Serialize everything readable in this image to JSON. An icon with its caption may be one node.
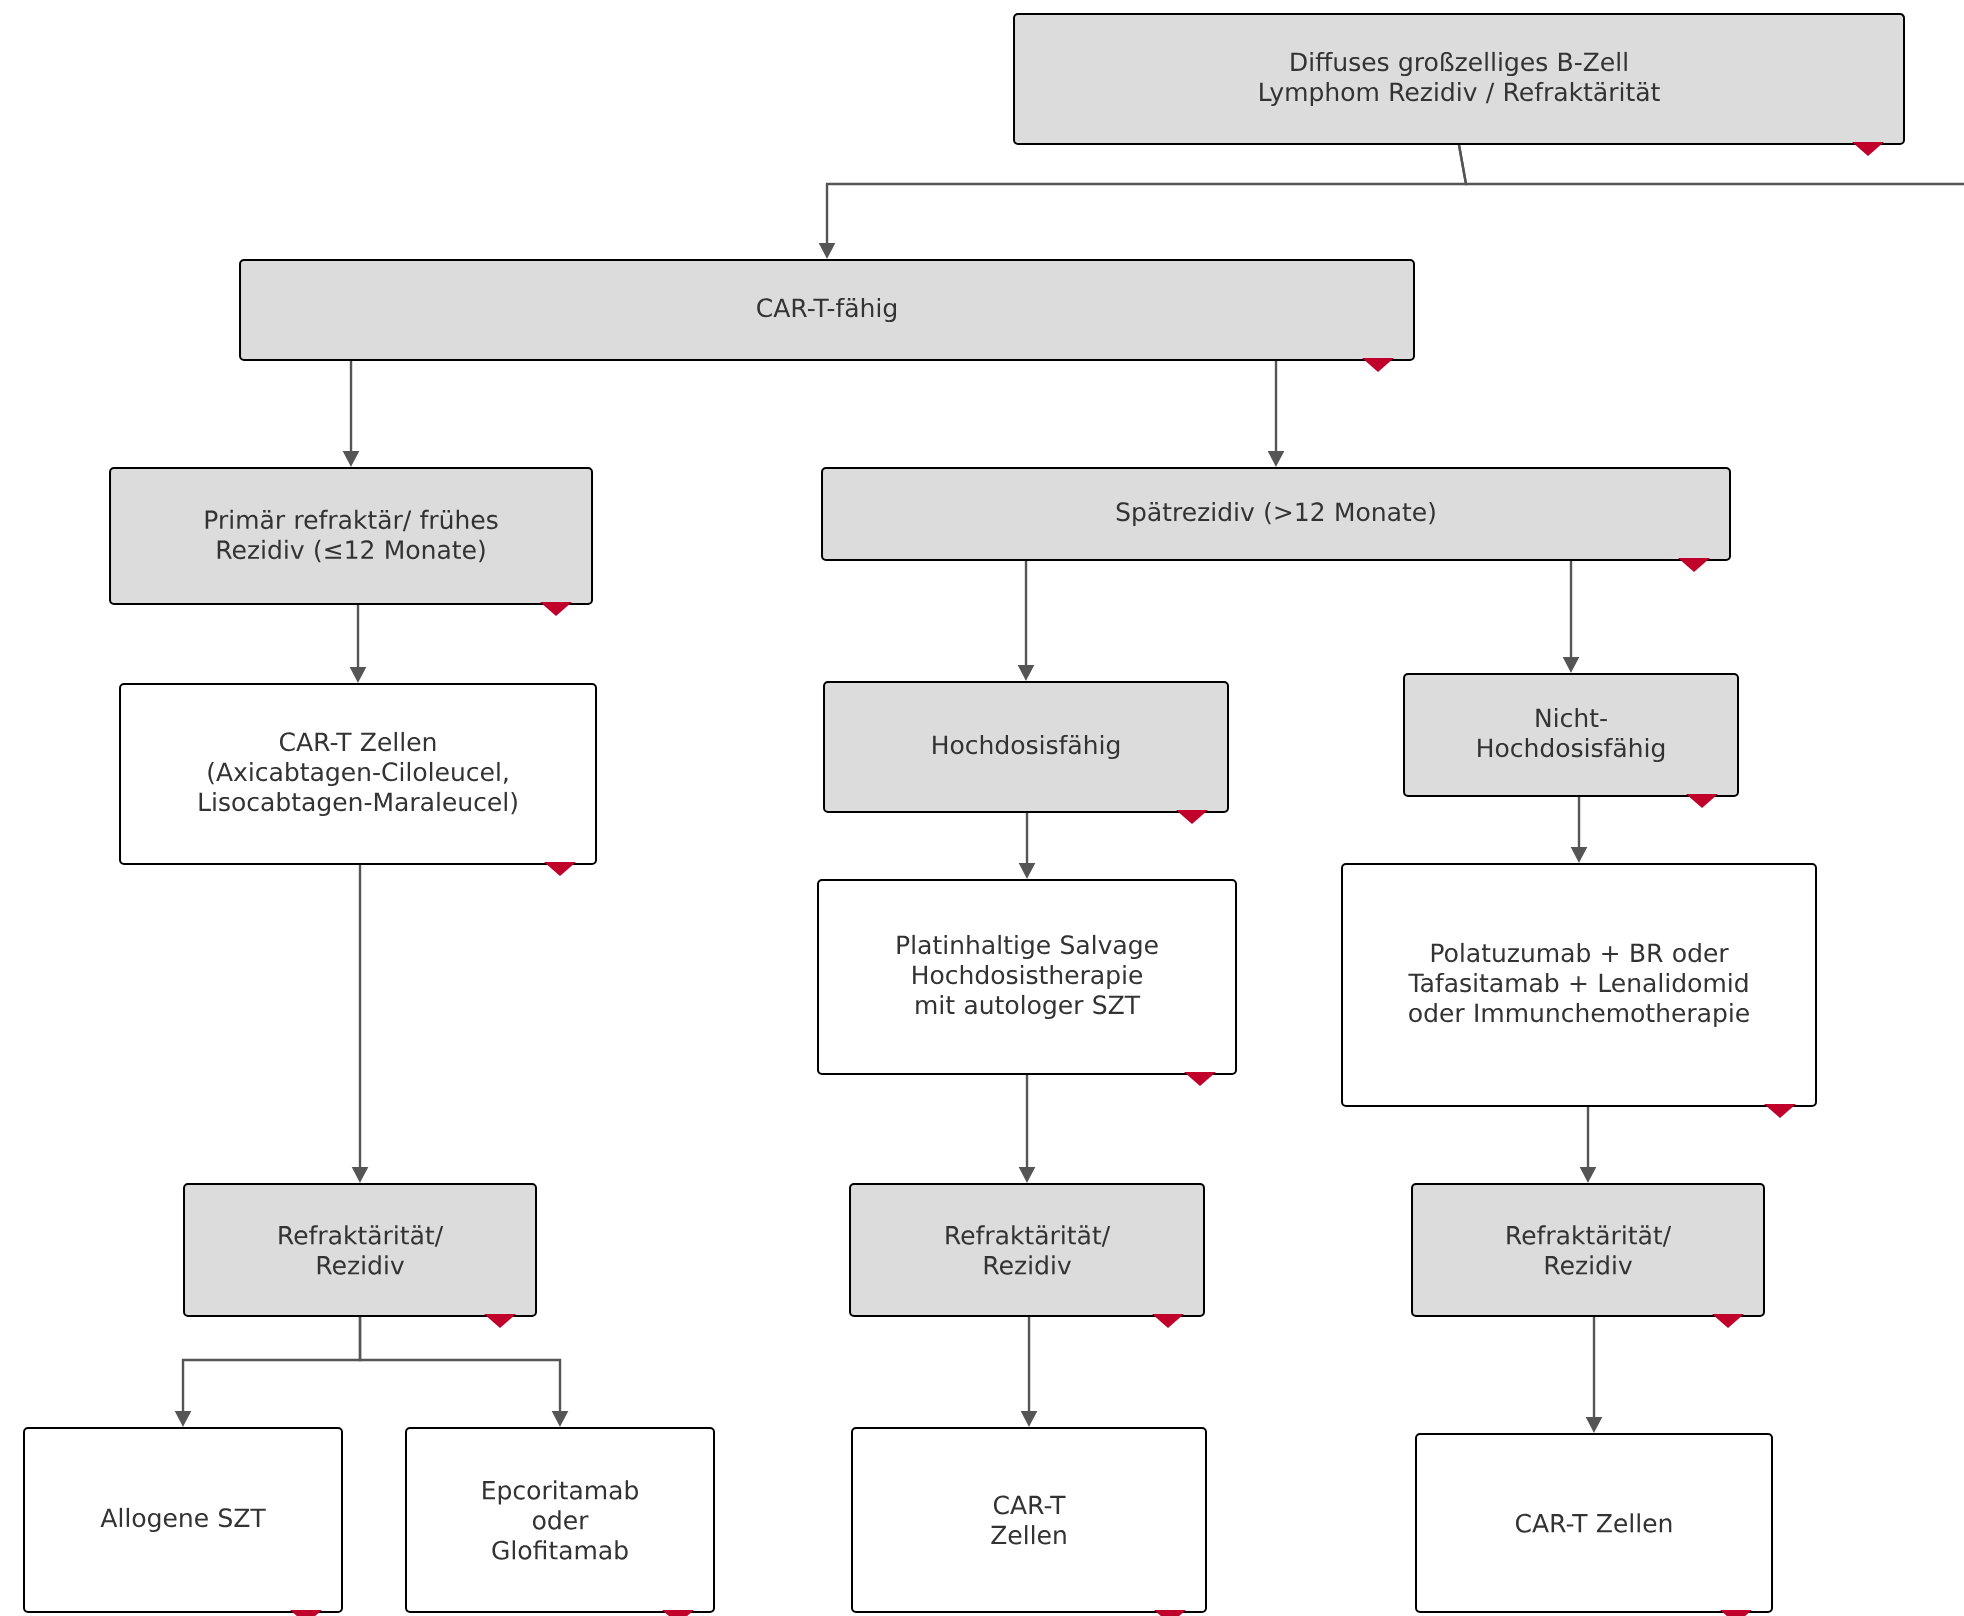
{
  "diagram": {
    "nodes": [
      {
        "text": [
          "Diffuses großzelliges B-Zell Lymphom Rezidiv / Refraktärität"
        ]
      },
      {
        "text": [
          "CAR-T-fähig"
        ]
      },
      {
        "text": [
          "Primär refraktär/ frühes Rezidiv (≤12 Monate)"
        ]
      },
      {
        "text": [
          "Spätrezidiv (>12 Monate)"
        ]
      },
      {
        "text": [
          "CAR-T Zellen (Axicabtagen-Ciloleucel, Lisocabtagen-Maraleucel)"
        ]
      },
      {
        "text": [
          "Hochdosisfähig"
        ]
      },
      {
        "text": [
          "Nicht- Hochdosisfähig"
        ]
      },
      {
        "text": [
          "Platinhaltige Salvage Hochdosistherapie mit autologer SZT"
        ]
      },
      {
        "text": [
          "Polatuzumab + BR oder Tafasitamab + Lenalidomid oder Immunchemotherapie"
        ]
      },
      {
        "text": [
          "Refraktärität/ Rezidiv"
        ]
      },
      {
        "text": [
          "Refraktärität/ Rezidiv"
        ]
      },
      {
        "text": [
          "Refraktärität/ Rezidiv"
        ]
      },
      {
        "text": [
          "Allogene SZT"
        ]
      },
      {
        "text": [
          "Epcoritamab oder Glofitamab"
        ]
      },
      {
        "text": [
          "CAR-T Zellen"
        ]
      },
      {
        "text": [
          "CAR-T Zellen"
        ]
      }
    ],
    "edges": [
      {
        "from": 0,
        "to": 1,
        "arrow": "to"
      },
      {
        "from": 0,
        "to": null,
        "arrow": "none"
      },
      {
        "from": 1,
        "to": 2,
        "arrow": "to"
      },
      {
        "from": 1,
        "to": 3,
        "arrow": "to"
      },
      {
        "from": 2,
        "to": 4,
        "arrow": "to"
      },
      {
        "from": 3,
        "to": 5,
        "arrow": "to"
      },
      {
        "from": 3,
        "to": 6,
        "arrow": "to"
      },
      {
        "from": 5,
        "to": 7,
        "arrow": "to"
      },
      {
        "from": 6,
        "to": 8,
        "arrow": "to"
      },
      {
        "from": 4,
        "to": 9,
        "arrow": "to"
      },
      {
        "from": 7,
        "to": 10,
        "arrow": "to"
      },
      {
        "from": 8,
        "to": 11,
        "arrow": "to"
      },
      {
        "from": 9,
        "to": 12,
        "arrow": "to"
      },
      {
        "from": 9,
        "to": 13,
        "arrow": "to"
      },
      {
        "from": 10,
        "to": 14,
        "arrow": "to"
      },
      {
        "from": 11,
        "to": 15,
        "arrow": "to"
      }
    ]
  }
}
